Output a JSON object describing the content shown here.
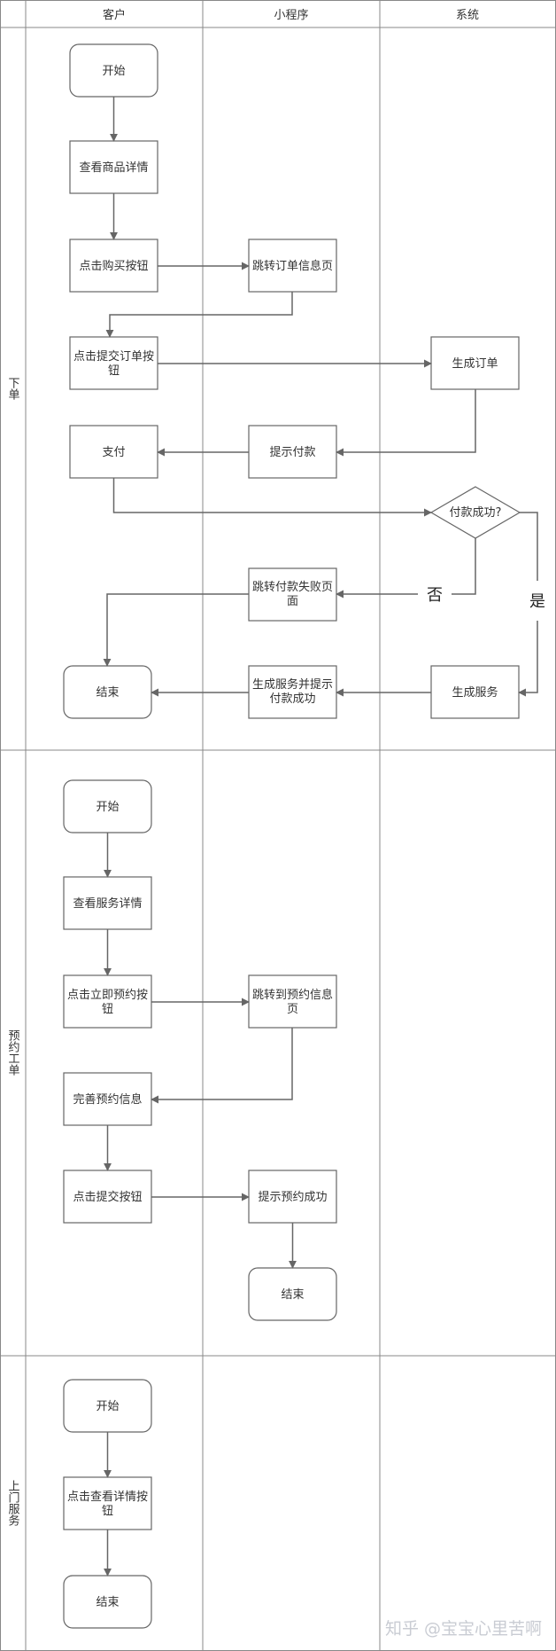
{
  "header": {
    "col_customer": "客户",
    "col_miniprogram": "小程序",
    "col_system": "系统"
  },
  "lanes": {
    "order": "下单",
    "reservation": "预约工单",
    "onsite": "上门服务"
  },
  "order_flow": {
    "start": "开始",
    "view_product": "查看商品详情",
    "click_buy": "点击购买按钮",
    "goto_order_info": "跳转订单信息页",
    "submit_order_l1": "点击提交订单按",
    "submit_order_l2": "钮",
    "create_order": "生成订单",
    "prompt_payment": "提示付款",
    "pay": "支付",
    "payment_ok": "付款成功?",
    "fail_l1": "跳转付款失败页",
    "fail_l2": "面",
    "no_label": "否",
    "yes_label": "是",
    "end": "结束",
    "success_l1": "生成服务并提示",
    "success_l2": "付款成功",
    "create_service": "生成服务"
  },
  "reservation_flow": {
    "start": "开始",
    "view_service": "查看服务详情",
    "reserve_l1": "点击立即预约按",
    "reserve_l2": "钮",
    "goto_reserve_l1": "跳转到预约信息",
    "goto_reserve_l2": "页",
    "complete_info": "完善预约信息",
    "submit": "点击提交按钮",
    "reserve_ok": "提示预约成功",
    "end": "结束"
  },
  "onsite_flow": {
    "start": "开始",
    "view_details_l1": "点击查看详情按",
    "view_details_l2": "钮",
    "end": "结束"
  },
  "watermark": "知乎 @宝宝心里苦啊"
}
